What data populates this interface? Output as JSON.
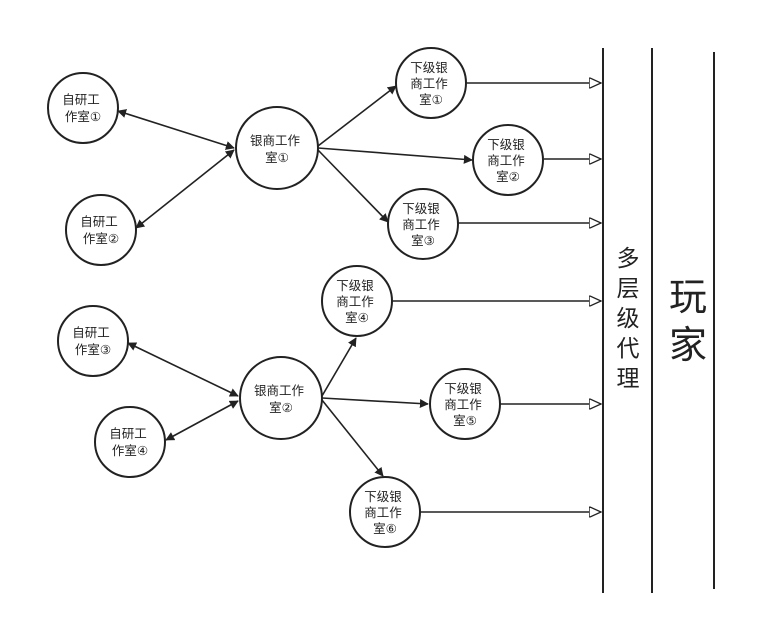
{
  "nodes": {
    "self1": {
      "lines": [
        "自研工",
        "作室①"
      ]
    },
    "self2": {
      "lines": [
        "自研工",
        "作室②"
      ]
    },
    "self3": {
      "lines": [
        "自研工",
        "作室③"
      ]
    },
    "self4": {
      "lines": [
        "自研工",
        "作室④"
      ]
    },
    "bank1": {
      "lines": [
        "银商工作",
        "室①"
      ]
    },
    "bank2": {
      "lines": [
        "银商工作",
        "室②"
      ]
    },
    "sub1": {
      "lines": [
        "下级银",
        "商工作",
        "室①"
      ]
    },
    "sub2": {
      "lines": [
        "下级银",
        "商工作",
        "室②"
      ]
    },
    "sub3": {
      "lines": [
        "下级银",
        "商工作",
        "室③"
      ]
    },
    "sub4": {
      "lines": [
        "下级银",
        "商工作",
        "室④"
      ]
    },
    "sub5": {
      "lines": [
        "下级银",
        "商工作",
        "室⑤"
      ]
    },
    "sub6": {
      "lines": [
        "下级银",
        "商工作",
        "室⑥"
      ]
    }
  },
  "labels": {
    "agent": [
      "多",
      "层",
      "级",
      "代",
      "理"
    ],
    "player": [
      "玩",
      "家"
    ]
  },
  "colors": {
    "stroke": "#222222",
    "background": "#ffffff"
  }
}
